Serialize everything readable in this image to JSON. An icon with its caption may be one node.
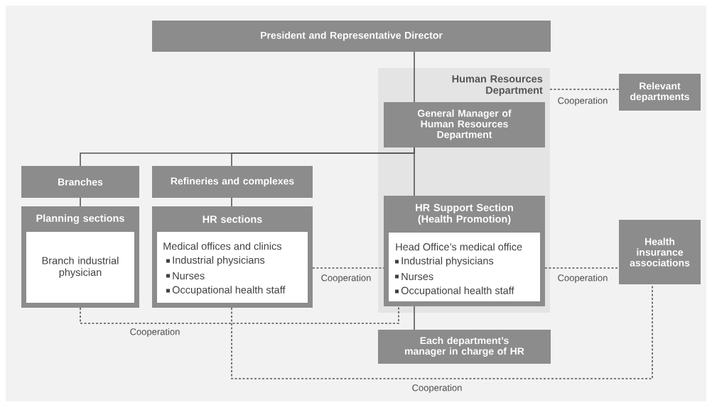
{
  "diagram": {
    "nodes": [
      {
        "text": [
          "President and Representative Director"
        ]
      },
      {
        "text": [
          "Human Resources Department"
        ]
      },
      {
        "text": [
          "General Manager of Human Resources Department"
        ],
        "in": 1
      },
      {
        "text": [
          "Relevant departments"
        ]
      },
      {
        "text": [
          "Branches"
        ]
      },
      {
        "text": [
          "Refineries and complexes"
        ]
      },
      {
        "text": [
          "Planning sections",
          "Branch industrial physician"
        ]
      },
      {
        "text": [
          "HR sections",
          "Medical offices and clinics",
          "Industrial physicians",
          "Nurses",
          "Occupational health staff"
        ]
      },
      {
        "text": [
          "HR Support Section (Health Promotion)",
          "Head Office’s medical office",
          "Industrial physicians",
          "Nurses",
          "Occupational health staff"
        ],
        "in": 1
      },
      {
        "text": [
          "Each department’s manager in charge of HR"
        ]
      },
      {
        "text": [
          "Health insurance associations"
        ]
      }
    ],
    "edges": [
      {
        "from": 0,
        "to": 2,
        "arrow": "none"
      },
      {
        "from": 2,
        "to": 4,
        "arrow": "none"
      },
      {
        "from": 2,
        "to": 5,
        "arrow": "none"
      },
      {
        "from": 2,
        "to": 8,
        "arrow": "none"
      },
      {
        "from": 4,
        "to": 6,
        "arrow": "none"
      },
      {
        "from": 5,
        "to": 7,
        "arrow": "none"
      },
      {
        "from": 8,
        "to": 9,
        "arrow": "none"
      },
      {
        "from": 1,
        "to": 3,
        "arrow": "none",
        "style": "dashed",
        "label": "Cooperation"
      },
      {
        "from": 7,
        "to": 8,
        "arrow": "none",
        "style": "dashed",
        "label": "Cooperation"
      },
      {
        "from": 8,
        "to": 10,
        "arrow": "none",
        "style": "dashed",
        "label": "Cooperation"
      },
      {
        "from": 6,
        "to": 8,
        "arrow": "none",
        "style": "dashed",
        "label": "Cooperation"
      },
      {
        "from": 7,
        "to": 10,
        "arrow": "none",
        "style": "dashed",
        "label": "Cooperation"
      }
    ]
  }
}
